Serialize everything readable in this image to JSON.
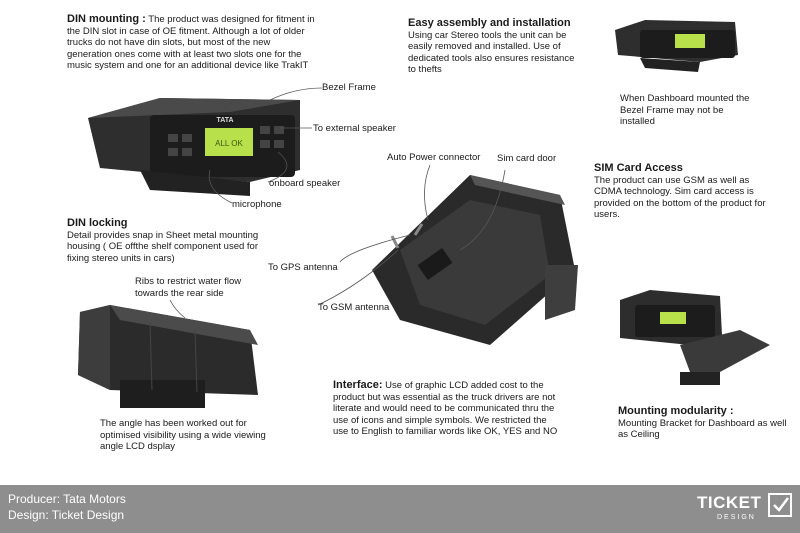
{
  "din_mounting": {
    "heading": "DIN mounting :",
    "body": "The product was designed for fitment in the DIN slot in case of OE fitment. Although a lot of older trucks do not have din slots, but most of the new generation ones come with at least two slots one for the music system and one for an additional device like TrakIT"
  },
  "easy_assembly": {
    "heading": "Easy assembly and installation",
    "body": "Using car Stereo tools the unit can be easily removed and installed. Use of dedicated tools also ensures resistance to thefts"
  },
  "dashboard_note": "When Dashboard mounted the Bezel Frame may not be installed",
  "sim_access": {
    "heading": "SIM Card Access",
    "body": "The product can use GSM as well as CDMA technology. Sim card access is provided on the bottom of the product for users."
  },
  "din_locking": {
    "heading": "DIN locking",
    "body": "Detail provides snap in Sheet metal mounting housing ( OE offthe shelf component used for fixing stereo units in cars)"
  },
  "callouts": {
    "bezel_frame": "Bezel Frame",
    "external_speaker": "To external speaker",
    "onboard_speaker": "onboard speaker",
    "microphone": "microphone",
    "auto_power": "Auto Power connector",
    "sim_door": "Sim card door",
    "gps_antenna": "To GPS antenna",
    "gsm_antenna": "To GSM antenna",
    "ribs": "Ribs to restrict water flow towards the rear side"
  },
  "angle_note": "The angle has been worked out for optimised visibility using a wide viewing angle LCD dsplay",
  "interface": {
    "heading": "Interface:",
    "body": "Use of graphic LCD added cost to the product but was essential as the truck drivers are not literate and would need to be communicated thru the use of icons and simple symbols. We restricted the use to English to familiar words like OK, YES and NO"
  },
  "mounting_modularity": {
    "heading": "Mounting modularity :",
    "body": "Mounting Bracket for Dashboard as well as Ceiling"
  },
  "device": {
    "brand": "TATA",
    "lcd_text": "ALL OK"
  },
  "footer": {
    "producer": "Producer: Tata Motors",
    "design": "Design: Ticket Design",
    "logo_word": "TICKET",
    "logo_sub": "DESIGN"
  },
  "colors": {
    "footer_bg": "#8e8e8e",
    "device_body": "#2a2a2a",
    "lcd": "#b8e04a"
  }
}
